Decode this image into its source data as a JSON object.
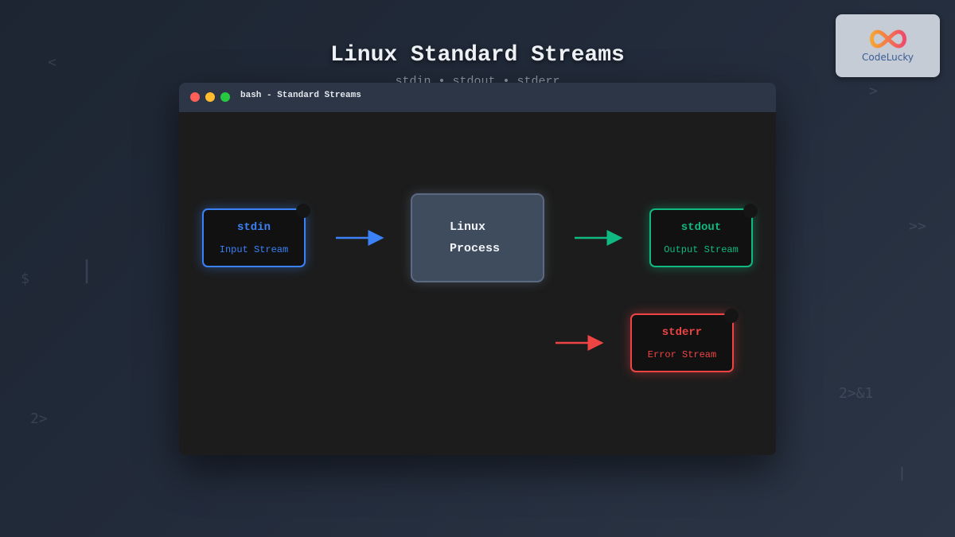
{
  "title": "Linux Standard Streams",
  "subtitle": "stdin • stdout • stderr",
  "logo": {
    "text": "CodeLucky"
  },
  "background_glyphs": [
    "<",
    "$",
    "|",
    "2>",
    "2>&1",
    ">>",
    ">",
    "|"
  ],
  "window": {
    "title": "bash - Standard Streams",
    "controls": [
      "close",
      "minimize",
      "maximize"
    ]
  },
  "streams": {
    "stdin": {
      "name": "stdin",
      "desc": "Input Stream",
      "color": "#3b82f6"
    },
    "stdout": {
      "name": "stdout",
      "desc": "Output Stream",
      "color": "#10b981"
    },
    "stderr": {
      "name": "stderr",
      "desc": "Error Stream",
      "color": "#ef4444"
    }
  },
  "process": {
    "line1": "Linux",
    "line2": "Process"
  }
}
